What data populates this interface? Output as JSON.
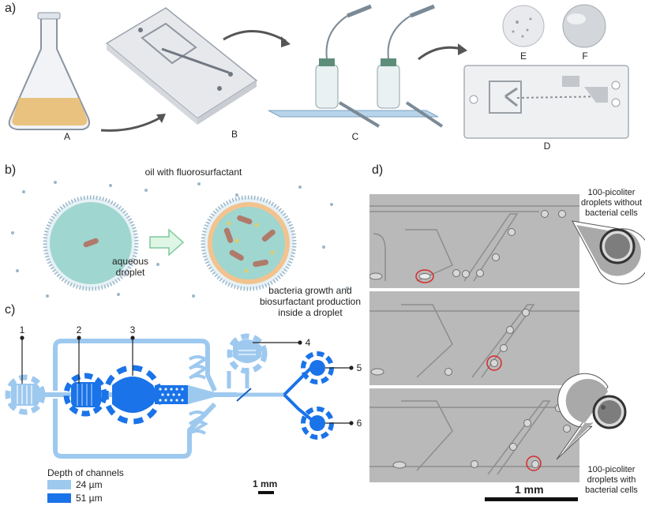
{
  "panel_a": {
    "label": "a)",
    "item_labels": {
      "A": "A",
      "B": "B",
      "C": "C",
      "D": "D",
      "E": "E",
      "F": "F"
    }
  },
  "panel_b": {
    "label": "b)",
    "oil_label": "oil with fluorosurfactant",
    "aqueous_label_1": "aqueous",
    "aqueous_label_2": "droplet",
    "growth_label_1": "bacteria growth and",
    "growth_label_2": "biosurfactant production",
    "growth_label_3": "inside a droplet",
    "colors": {
      "droplet": "#9fd6cf",
      "surfactant": "#9bb7c9",
      "ring": "#f2c38f",
      "bacteria": "#b07a6a"
    }
  },
  "panel_c": {
    "label": "c)",
    "numbers": [
      "1",
      "2",
      "3",
      "4",
      "5",
      "6"
    ],
    "legend_title": "Depth of channels",
    "legend_items": [
      {
        "label": "24 µm",
        "color": "#9ec9ef"
      },
      {
        "label": "51 µm",
        "color": "#1a73e8"
      }
    ],
    "scale_label": "1 mm"
  },
  "panel_d": {
    "label": "d)",
    "callout_top_1": "100-picoliter",
    "callout_top_2": "droplets without",
    "callout_top_3": "bacterial cells",
    "callout_bottom_1": "100-picoliter",
    "callout_bottom_2": "droplets with",
    "callout_bottom_3": "bacterial cells",
    "scale_label": "1 mm",
    "colors": {
      "micro_bg": "#b9b9b9",
      "highlight": "#d62b2b"
    }
  }
}
